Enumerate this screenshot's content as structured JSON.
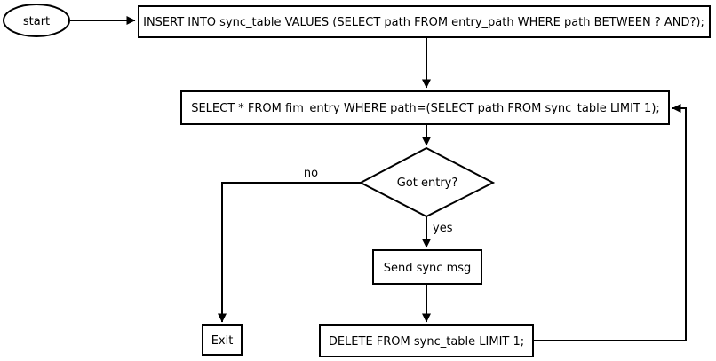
{
  "diagram": {
    "type": "flowchart",
    "colors": {
      "background": "#ffffff",
      "stroke": "#000000",
      "text": "#000000"
    },
    "nodes": {
      "start": {
        "shape": "ellipse",
        "label": "start"
      },
      "insert_stmt": {
        "shape": "rect",
        "label": "INSERT INTO sync_table VALUES (SELECT path FROM entry_path WHERE path BETWEEN ? AND?);"
      },
      "select_stmt": {
        "shape": "rect",
        "label": "SELECT * FROM fim_entry WHERE path=(SELECT path FROM sync_table LIMIT 1);"
      },
      "decision": {
        "shape": "diamond",
        "label": "Got entry?"
      },
      "send_msg": {
        "shape": "rect",
        "label": "Send sync msg"
      },
      "delete_stmt": {
        "shape": "rect",
        "label": "DELETE FROM sync_table LIMIT 1;"
      },
      "exit": {
        "shape": "rect",
        "label": "Exit"
      }
    },
    "edges": [
      {
        "from": "start",
        "to": "insert_stmt",
        "label": ""
      },
      {
        "from": "insert_stmt",
        "to": "select_stmt",
        "label": ""
      },
      {
        "from": "select_stmt",
        "to": "decision",
        "label": ""
      },
      {
        "from": "decision",
        "to": "exit",
        "label": "no"
      },
      {
        "from": "decision",
        "to": "send_msg",
        "label": "yes"
      },
      {
        "from": "send_msg",
        "to": "delete_stmt",
        "label": ""
      },
      {
        "from": "delete_stmt",
        "to": "select_stmt",
        "label": ""
      }
    ],
    "edge_labels": {
      "no": "no",
      "yes": "yes"
    }
  }
}
